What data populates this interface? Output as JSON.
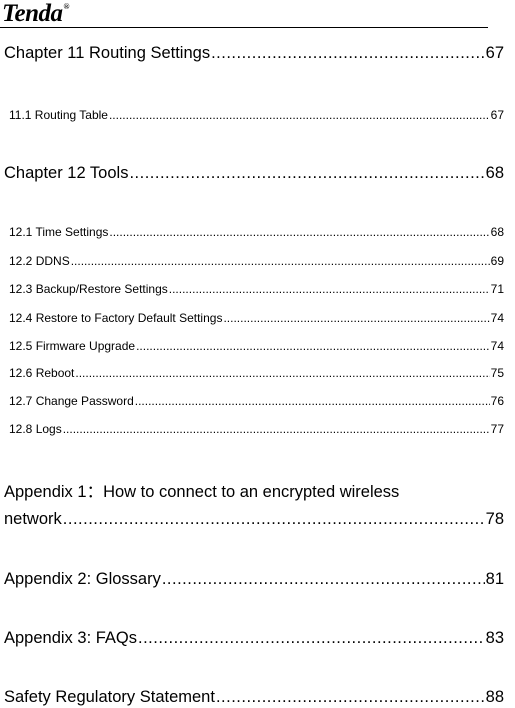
{
  "header": {
    "logo_text": "Tenda",
    "logo_mark": "®"
  },
  "toc": {
    "ch11": {
      "title": "Chapter 11 Routing Settings",
      "page": "67"
    },
    "s11_1": {
      "title": "11.1 Routing Table",
      "page": "67"
    },
    "ch12": {
      "title": "Chapter 12 Tools",
      "page": "68"
    },
    "s12_1": {
      "title": "12.1 Time Settings",
      "page": "68"
    },
    "s12_2": {
      "title": "12.2 DDNS",
      "page": "69"
    },
    "s12_3": {
      "title": "12.3 Backup/Restore Settings",
      "page": "71"
    },
    "s12_4": {
      "title": "12.4 Restore to Factory Default Settings",
      "page": "74"
    },
    "s12_5": {
      "title": "12.5 Firmware Upgrade",
      "page": "74"
    },
    "s12_6": {
      "title": "12.6 Reboot",
      "page": "75"
    },
    "s12_7": {
      "title": "12.7 Change Password",
      "page": "76"
    },
    "s12_8": {
      "title": "12.8 Logs",
      "page": "77"
    },
    "app1": {
      "title_line1": "Appendix 1：How to connect to an encrypted wireless",
      "title_line2": "network",
      "page": "78"
    },
    "app2": {
      "title": "Appendix 2: Glossary",
      "page": "81"
    },
    "app3": {
      "title": "Appendix 3: FAQs",
      "page": "83"
    },
    "safety": {
      "title": "Safety Regulatory Statement",
      "page": "88"
    }
  }
}
